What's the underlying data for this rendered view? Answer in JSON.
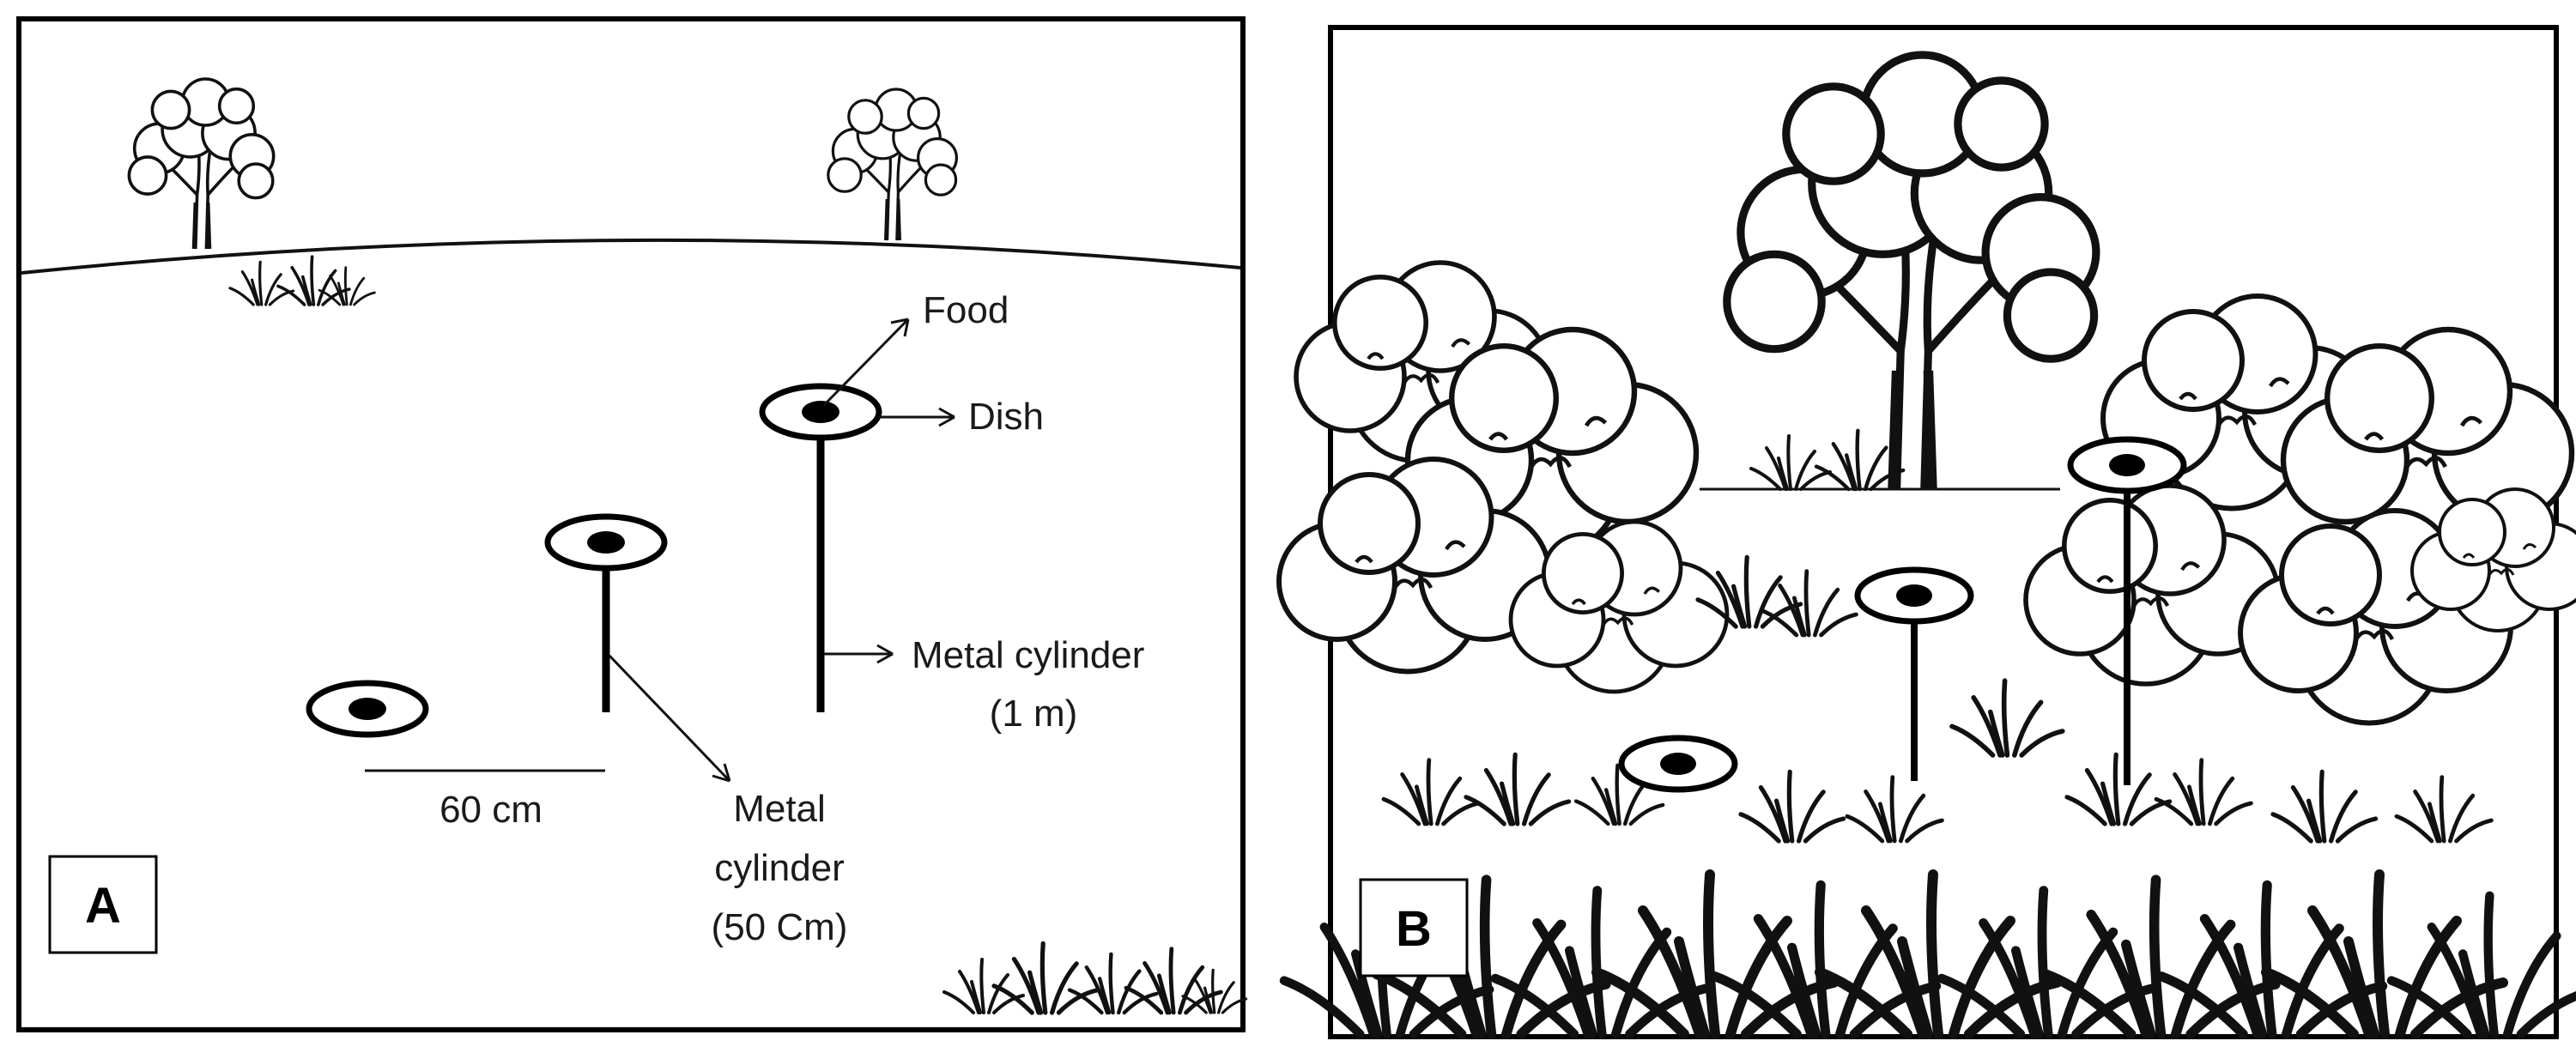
{
  "panel_a": {
    "letter": "A",
    "labels": {
      "food": "Food",
      "dish": "Dish",
      "metal_cylinder_tall_1": "Metal cylinder",
      "metal_cylinder_tall_2": "(1 m)",
      "metal_cylinder_short_1": "Metal",
      "metal_cylinder_short_2": "cylinder",
      "metal_cylinder_short_3": "(50 Cm)",
      "spacing": "60 cm"
    }
  },
  "panel_b": {
    "letter": "B"
  },
  "colors": {
    "ink": "#111111",
    "background": "#ffffff"
  }
}
